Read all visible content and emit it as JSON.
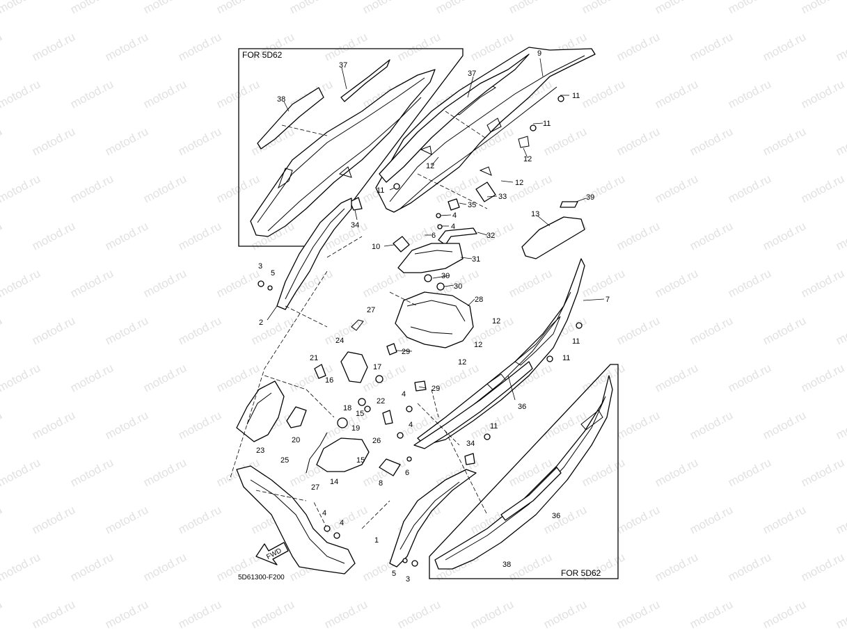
{
  "watermark": {
    "text": "motod.ru"
  },
  "frames": [
    {
      "label": "FOR 5D62"
    },
    {
      "label": "FOR 5D62"
    }
  ],
  "diagram_code": "5D61300-F200",
  "fwd_label": "FWD",
  "callouts": [
    {
      "text": "37"
    },
    {
      "text": "38"
    },
    {
      "text": "37"
    },
    {
      "text": "9"
    },
    {
      "text": "11"
    },
    {
      "text": "11"
    },
    {
      "text": "12"
    },
    {
      "text": "12"
    },
    {
      "text": "12"
    },
    {
      "text": "11"
    },
    {
      "text": "33"
    },
    {
      "text": "35"
    },
    {
      "text": "4"
    },
    {
      "text": "4"
    },
    {
      "text": "34"
    },
    {
      "text": "32"
    },
    {
      "text": "6"
    },
    {
      "text": "10"
    },
    {
      "text": "31"
    },
    {
      "text": "39"
    },
    {
      "text": "13"
    },
    {
      "text": "3"
    },
    {
      "text": "5"
    },
    {
      "text": "2"
    },
    {
      "text": "30"
    },
    {
      "text": "30"
    },
    {
      "text": "28"
    },
    {
      "text": "7"
    },
    {
      "text": "27"
    },
    {
      "text": "12"
    },
    {
      "text": "11"
    },
    {
      "text": "24"
    },
    {
      "text": "29"
    },
    {
      "text": "12"
    },
    {
      "text": "11"
    },
    {
      "text": "21"
    },
    {
      "text": "12"
    },
    {
      "text": "17"
    },
    {
      "text": "16"
    },
    {
      "text": "29"
    },
    {
      "text": "4"
    },
    {
      "text": "18"
    },
    {
      "text": "22"
    },
    {
      "text": "15"
    },
    {
      "text": "36"
    },
    {
      "text": "19"
    },
    {
      "text": "4"
    },
    {
      "text": "11"
    },
    {
      "text": "20"
    },
    {
      "text": "26"
    },
    {
      "text": "34"
    },
    {
      "text": "23"
    },
    {
      "text": "25"
    },
    {
      "text": "15"
    },
    {
      "text": "6"
    },
    {
      "text": "27"
    },
    {
      "text": "14"
    },
    {
      "text": "8"
    },
    {
      "text": "36"
    },
    {
      "text": "4"
    },
    {
      "text": "4"
    },
    {
      "text": "1"
    },
    {
      "text": "38"
    },
    {
      "text": "5"
    },
    {
      "text": "3"
    }
  ]
}
